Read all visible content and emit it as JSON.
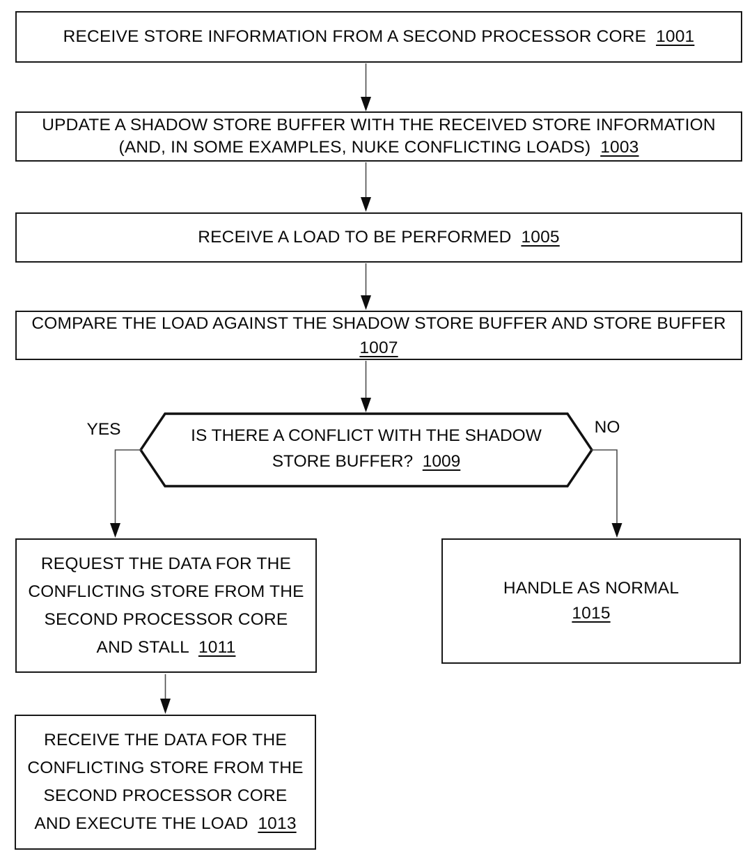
{
  "flowchart": {
    "background_color": "#ffffff",
    "stroke_color": "#181818",
    "text_color": "#0a0a0a",
    "nodes": [
      {
        "id": "1001",
        "type": "process",
        "lines": [
          "RECEIVE STORE INFORMATION FROM A SECOND PROCESSOR CORE"
        ],
        "ref": "1001"
      },
      {
        "id": "1003",
        "type": "process",
        "lines": [
          "UPDATE A SHADOW STORE BUFFER WITH THE RECEIVED STORE INFORMATION",
          "(AND, IN SOME EXAMPLES, NUKE CONFLICTING LOADS)"
        ],
        "ref": "1003"
      },
      {
        "id": "1005",
        "type": "process",
        "lines": [
          "RECEIVE A LOAD TO BE PERFORMED"
        ],
        "ref": "1005"
      },
      {
        "id": "1007",
        "type": "process",
        "lines": [
          "COMPARE THE LOAD AGAINST THE SHADOW STORE BUFFER AND STORE BUFFER"
        ],
        "ref": "1007"
      },
      {
        "id": "1009",
        "type": "decision",
        "lines": [
          "IS THERE A CONFLICT WITH THE SHADOW",
          "STORE BUFFER?"
        ],
        "ref": "1009"
      },
      {
        "id": "1011",
        "type": "process",
        "lines": [
          "REQUEST THE DATA FOR THE",
          "CONFLICTING STORE FROM THE",
          "SECOND PROCESSOR CORE",
          "AND STALL"
        ],
        "ref": "1011"
      },
      {
        "id": "1013",
        "type": "process",
        "lines": [
          "RECEIVE THE DATA FOR THE",
          "CONFLICTING STORE FROM THE",
          "SECOND PROCESSOR CORE",
          "AND EXECUTE THE LOAD"
        ],
        "ref": "1013"
      },
      {
        "id": "1015",
        "type": "process",
        "lines": [
          "HANDLE AS NORMAL"
        ],
        "ref": "1015"
      }
    ],
    "decision_labels": {
      "yes": "YES",
      "no": "NO"
    },
    "edges": [
      {
        "from": "1001",
        "to": "1003"
      },
      {
        "from": "1003",
        "to": "1005"
      },
      {
        "from": "1005",
        "to": "1007"
      },
      {
        "from": "1007",
        "to": "1009"
      },
      {
        "from": "1009",
        "to": "1011",
        "label": "YES"
      },
      {
        "from": "1009",
        "to": "1015",
        "label": "NO"
      },
      {
        "from": "1011",
        "to": "1013"
      }
    ]
  }
}
